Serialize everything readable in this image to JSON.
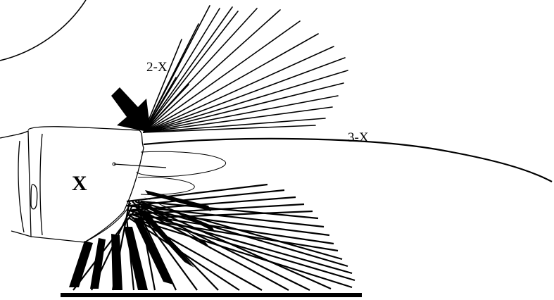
{
  "labels": {
    "center": "X",
    "upper_fan": "2-X",
    "long_line": "3-X"
  },
  "colors": {
    "ink": "#000000",
    "background": "#ffffff"
  },
  "icons": {
    "pointer": "arrow-pointer-icon"
  }
}
